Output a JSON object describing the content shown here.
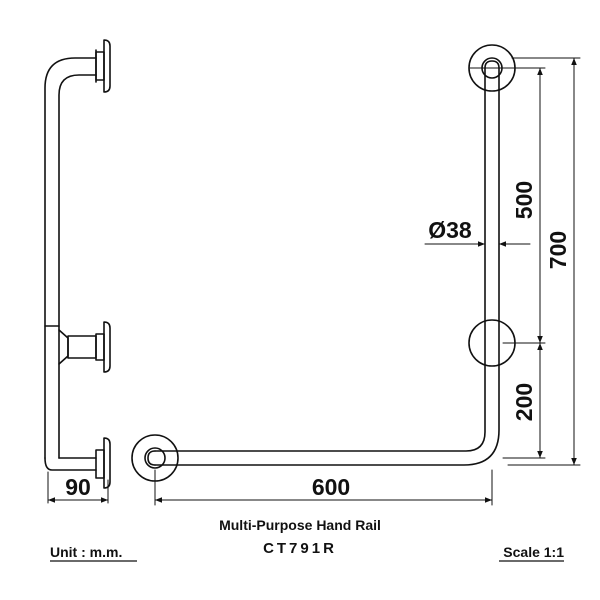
{
  "dimensions": {
    "depth": "90",
    "width": "600",
    "diameter": "Ø38",
    "upper_span": "500",
    "total_height": "700",
    "lower_span": "200"
  },
  "caption": {
    "title": "Multi-Purpose Hand Rail",
    "model": "CT791R",
    "unit": "Unit : m.m.",
    "scale": "Scale 1:1"
  }
}
